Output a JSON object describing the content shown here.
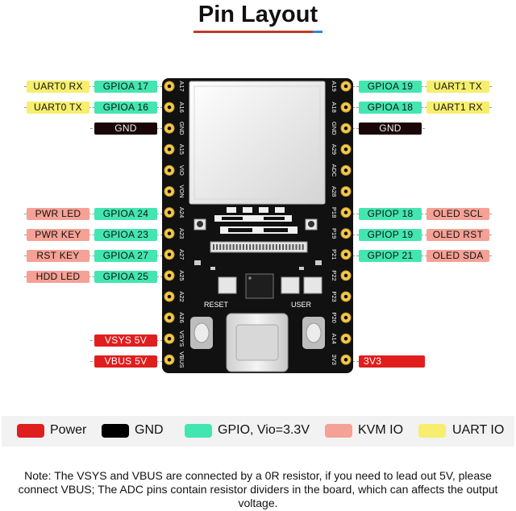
{
  "title": "Pin Layout",
  "left_pins": [
    {
      "func": "UART0 RX",
      "func_type": "uart",
      "gpio": "GPIOA 17"
    },
    {
      "func": "UART0 TX",
      "func_type": "uart",
      "gpio": "GPIOA 16"
    },
    {
      "gnd": "GND"
    },
    {
      "func": "PWR LED",
      "func_type": "kvm",
      "gpio": "GPIOA 24"
    },
    {
      "func": "PWR KEY",
      "func_type": "kvm",
      "gpio": "GPIOA 23"
    },
    {
      "func": "RST KEY",
      "func_type": "kvm",
      "gpio": "GPIOA 27"
    },
    {
      "func": "HDD LED",
      "func_type": "kvm",
      "gpio": "GPIOA 25"
    },
    {
      "power": "VSYS 5V"
    },
    {
      "power": "VBUS 5V"
    }
  ],
  "right_pins": [
    {
      "gpio": "GPIOA 19",
      "func": "UART1 TX",
      "func_type": "uart"
    },
    {
      "gpio": "GPIOA 18",
      "func": "UART1 RX",
      "func_type": "uart"
    },
    {
      "gnd": "GND"
    },
    {
      "gpio": "GPIOP 18",
      "func": "OLED SCL",
      "func_type": "kvm"
    },
    {
      "gpio": "GPIOP 19",
      "func": "OLED RST",
      "func_type": "kvm"
    },
    {
      "gpio": "GPIOP 21",
      "func": "OLED SDA",
      "func_type": "kvm"
    },
    {
      "power": "3V3"
    }
  ],
  "board": {
    "left_silk": [
      "A17",
      "A16",
      "GND",
      "A15",
      "VIO",
      "VON",
      "A24",
      "A23",
      "A27",
      "A25",
      "A22",
      "A26",
      "VSYS",
      "VBUS"
    ],
    "right_silk": [
      "A19",
      "A18",
      "GND",
      "A29",
      "ADC",
      "A28",
      "P18",
      "P19",
      "P21",
      "P22",
      "P23",
      "P20",
      "A14",
      "3V3"
    ],
    "reset_label": "RESET",
    "user_label": "USER"
  },
  "legend": [
    {
      "label": "Power",
      "color": "#e01e1e"
    },
    {
      "label": "GND",
      "color": "#000000"
    },
    {
      "label": "GPIO, Vio=3.3V",
      "color": "#43e6b0"
    },
    {
      "label": "KVM IO",
      "color": "#f5a196"
    },
    {
      "label": "UART IO",
      "color": "#f7ee6e"
    }
  ],
  "note": "Note: The VSYS and VBUS are connected by a 0R resistor, if you need to lead out 5V, please connect VBUS; The ADC pins contain resistor dividers in the board, which can affects the output voltage."
}
